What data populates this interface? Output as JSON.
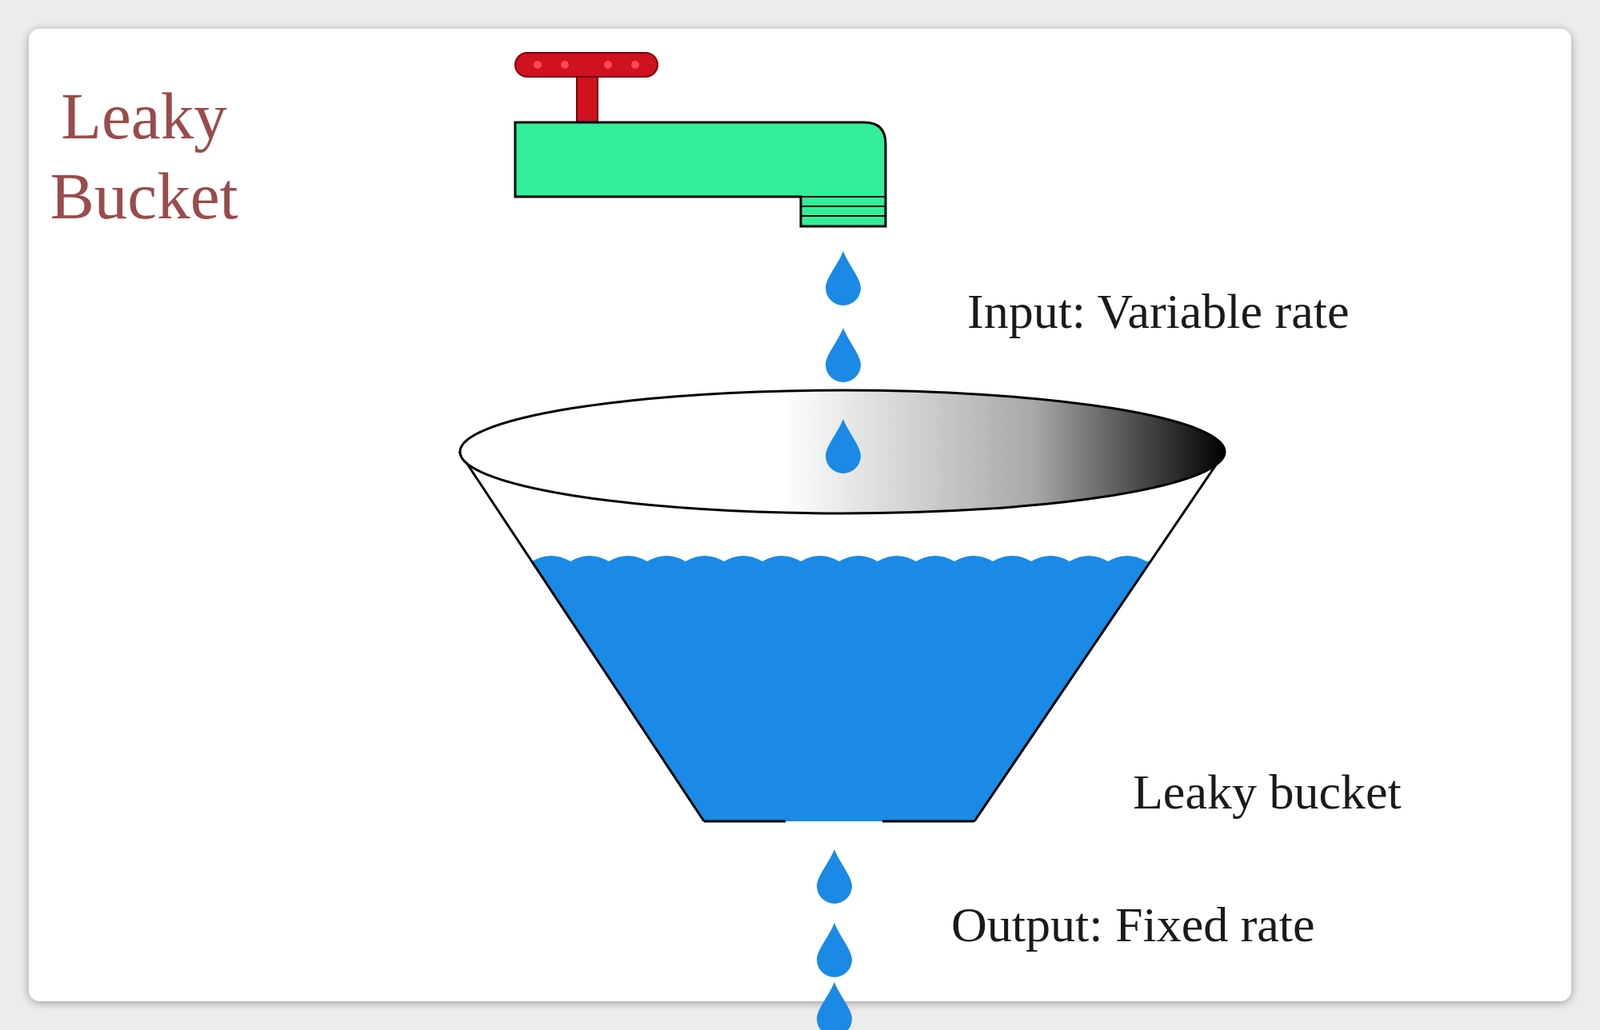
{
  "diagram": {
    "title": "Leaky Bucket",
    "labels": [
      "Input: Variable rate",
      "Leaky bucket",
      "Output: Fixed rate"
    ]
  }
}
